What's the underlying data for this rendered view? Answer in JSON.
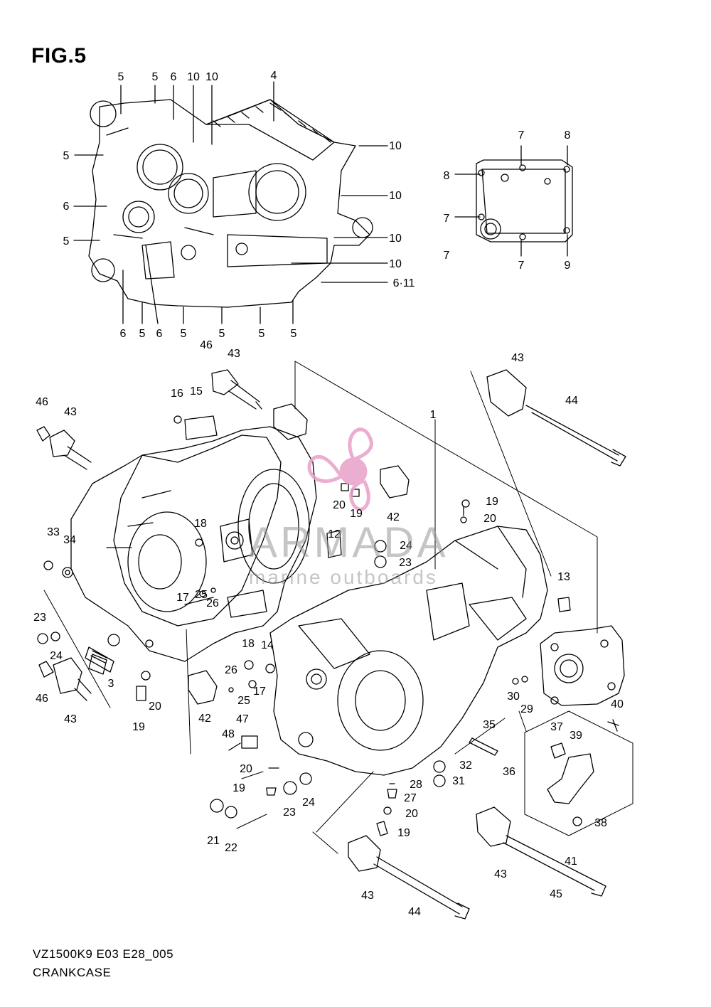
{
  "figure_title": "FIG.5",
  "footer": {
    "model_code": "VZ1500K9 E03 E28_005",
    "section_name": "CRANKCASE"
  },
  "watermark": {
    "brand": "ARMADA",
    "tagline": "marine outboards",
    "color": "#e8a0c8"
  },
  "callouts_top": [
    "5",
    "5",
    "6",
    "10",
    "10",
    "4",
    "10",
    "5",
    "10",
    "6",
    "10",
    "5",
    "10",
    "6·11",
    "6",
    "5",
    "6",
    "5",
    "5",
    "5",
    "5"
  ],
  "callouts_gasket": [
    "7",
    "8",
    "8",
    "7",
    "7",
    "7",
    "9"
  ],
  "callouts_main": [
    "46",
    "43",
    "16",
    "15",
    "46",
    "43",
    "43",
    "44",
    "1",
    "19",
    "20",
    "20",
    "19",
    "42",
    "12",
    "24",
    "23",
    "33",
    "34",
    "18",
    "17",
    "25",
    "26",
    "13",
    "23",
    "24",
    "3",
    "46",
    "43",
    "19",
    "20",
    "42",
    "18",
    "14",
    "26",
    "17",
    "25",
    "40",
    "48",
    "47",
    "35",
    "32",
    "31",
    "37",
    "39",
    "36",
    "20",
    "19",
    "23",
    "24",
    "28",
    "27",
    "20",
    "19",
    "21",
    "22",
    "38",
    "41",
    "43",
    "45",
    "43",
    "44",
    "30",
    "29"
  ]
}
